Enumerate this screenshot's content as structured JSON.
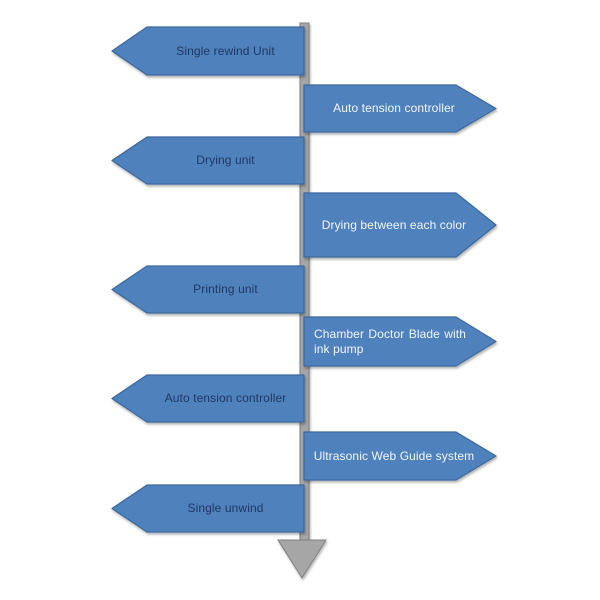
{
  "diagram": {
    "left_arrows": [
      {
        "label": "Single rewind Unit"
      },
      {
        "label": "Drying unit"
      },
      {
        "label": "Printing unit"
      },
      {
        "label": "Auto tension controller"
      },
      {
        "label": "Single unwind"
      }
    ],
    "right_arrows": [
      {
        "label": "Auto tension controller"
      },
      {
        "label": "Drying between each color"
      },
      {
        "label": "Chamber Doctor Blade with ink pump"
      },
      {
        "label": "Ultrasonic Web Guide system"
      }
    ],
    "colors": {
      "arrow_fill": "#4f81bd",
      "arrow_border": "#3c6a9e",
      "left_text": "#1f3864",
      "right_text": "#f2f6fb",
      "spine_fill": "#a6a6a6",
      "spine_border": "#7f7f7f"
    }
  }
}
